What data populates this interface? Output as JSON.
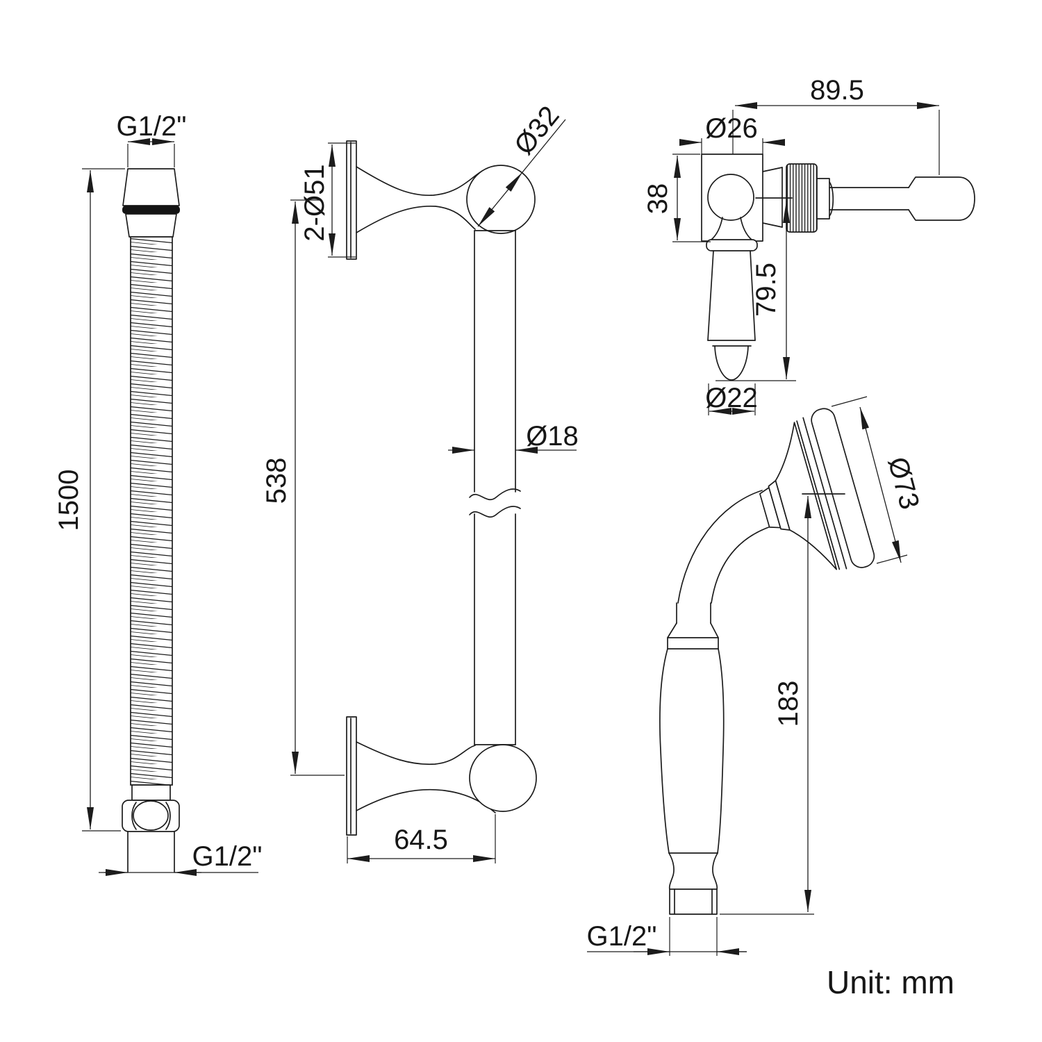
{
  "drawing": {
    "title": "shower-set-technical-drawing",
    "unit_note": "Unit: mm",
    "line_color": "#1c1c1c",
    "background": "#ffffff"
  },
  "hose": {
    "top_thread": "G1/2\"",
    "length": "1500",
    "bottom_thread": "G1/2\""
  },
  "slide_rail": {
    "flange_dia": "2-Ø51",
    "knob_dia": "Ø32",
    "bar_dia": "Ø18",
    "length": "538",
    "bracket_depth": "64.5"
  },
  "wall_bracket": {
    "overall_width": "89.5",
    "body_dia": "Ø26",
    "body_height": "38",
    "grip_length": "79.5",
    "grip_dia": "Ø22"
  },
  "handset": {
    "head_dia": "Ø73",
    "length": "183",
    "thread": "G1/2\""
  }
}
